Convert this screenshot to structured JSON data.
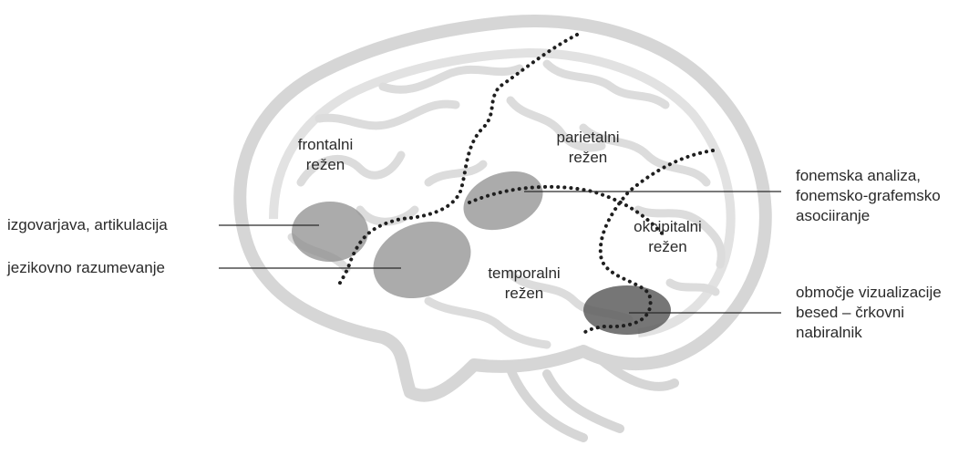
{
  "colors": {
    "brain_outline": "#d6d6d6",
    "region_fill": "#8f8f8f",
    "region_dark": "#5e5e5e",
    "dotted_boundary": "#1f1f1f",
    "leader_line": "#2a2a2a",
    "text": "#2a2a2a"
  },
  "lobes": {
    "frontal": [
      "frontalni",
      "režen"
    ],
    "parietal": [
      "parietalni",
      "režen"
    ],
    "occipital": [
      "okcipitalni",
      "režen"
    ],
    "temporal": [
      "temporalni",
      "režen"
    ]
  },
  "callouts": {
    "articulation": "izgovarjava, artikulacija",
    "comprehension": "jezikovno razumevanje",
    "phonemic": [
      "fonemska analiza,",
      "fonemsko-grafemsko",
      "asociiranje"
    ],
    "visual": [
      "območje vizualizacije",
      "besed – črkovni",
      "nabiralnik"
    ]
  }
}
